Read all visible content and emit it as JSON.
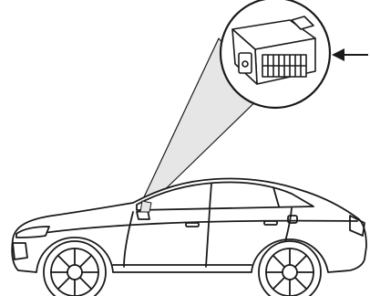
{
  "illustration": {
    "subject": "car-side-view",
    "callout_target": "obd2-diagnostic-port",
    "magnifier": "zoom-circle",
    "pointer": "arrow"
  },
  "colors": {
    "line": "#1a1a1a",
    "beam_fill": "#e6e6e6",
    "background": "#ffffff"
  }
}
